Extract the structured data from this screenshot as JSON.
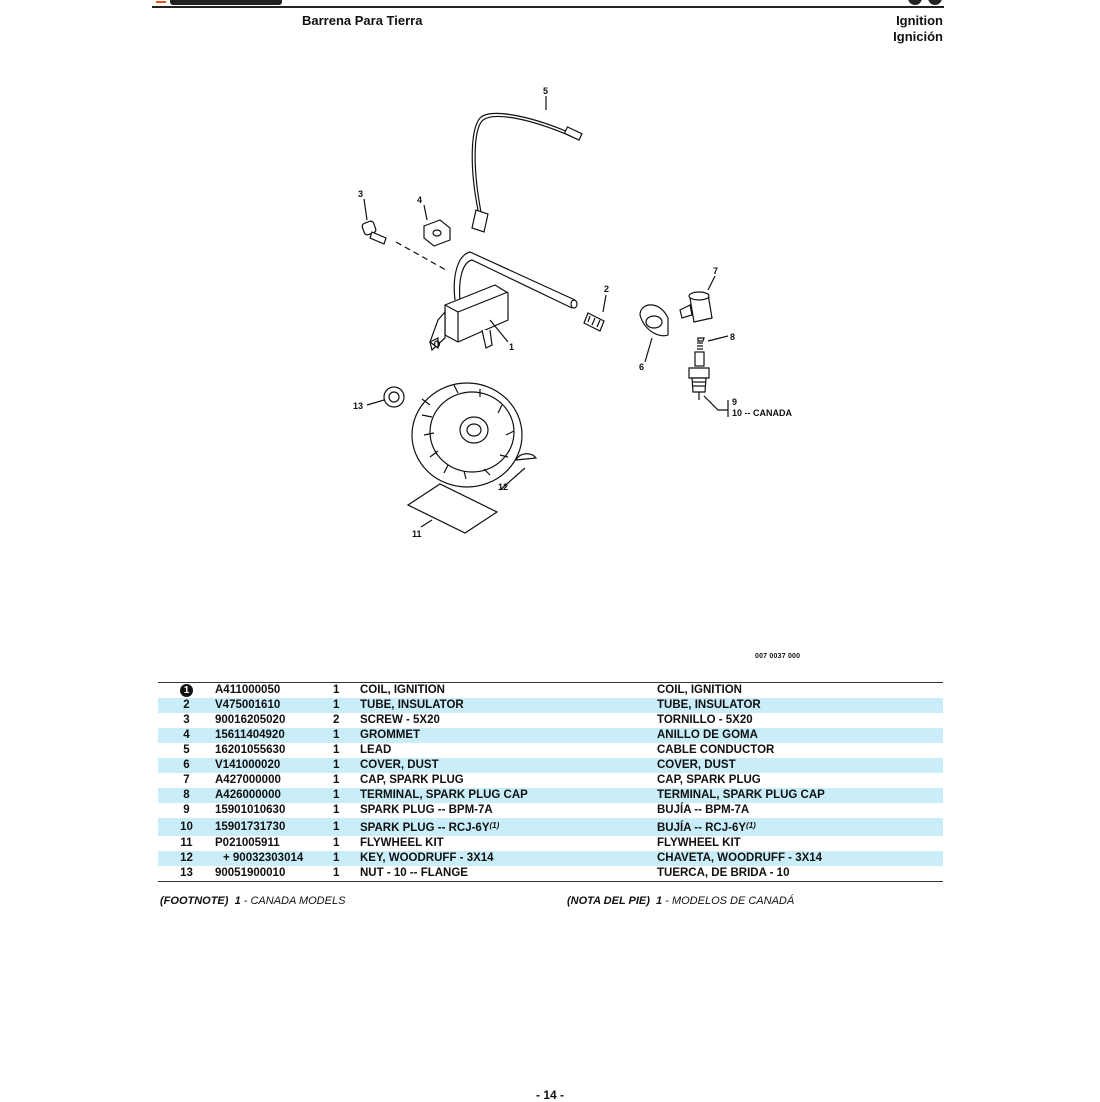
{
  "header": {
    "title": "Barrena Para Tierra",
    "section_en": "Ignition",
    "section_es": "Ignición"
  },
  "diagram": {
    "callouts": {
      "c1": "1",
      "c2": "2",
      "c3": "3",
      "c4": "4",
      "c5": "5",
      "c6": "6",
      "c7": "7",
      "c8": "8",
      "c9": "9",
      "c10": "10 -- CANADA",
      "c11": "11",
      "c12": "12",
      "c13": "13"
    },
    "figure_code": "007 0037 000"
  },
  "parts": [
    {
      "ref": "1",
      "ref_style": "filled-circle",
      "part": "A411000050",
      "qty": "1",
      "en": "COIL, IGNITION",
      "es": "COIL, IGNITION"
    },
    {
      "ref": "2",
      "part": "V475001610",
      "qty": "1",
      "en": "TUBE, INSULATOR",
      "es": "TUBE, INSULATOR"
    },
    {
      "ref": "3",
      "part": "90016205020",
      "qty": "2",
      "en": "SCREW - 5X20",
      "es": "TORNILLO - 5X20"
    },
    {
      "ref": "4",
      "part": "15611404920",
      "qty": "1",
      "en": "GROMMET",
      "es": "ANILLO DE GOMA"
    },
    {
      "ref": "5",
      "part": "16201055630",
      "qty": "1",
      "en": "LEAD",
      "es": "CABLE CONDUCTOR"
    },
    {
      "ref": "6",
      "part": "V141000020",
      "qty": "1",
      "en": "COVER, DUST",
      "es": "COVER, DUST"
    },
    {
      "ref": "7",
      "part": "A427000000",
      "qty": "1",
      "en": "CAP, SPARK PLUG",
      "es": "CAP, SPARK PLUG"
    },
    {
      "ref": "8",
      "part": "A426000000",
      "qty": "1",
      "en": "TERMINAL, SPARK PLUG CAP",
      "es": "TERMINAL, SPARK PLUG CAP"
    },
    {
      "ref": "9",
      "part": "15901010630",
      "qty": "1",
      "en": "SPARK PLUG -- BPM-7A",
      "es": "BUJÍA -- BPM-7A"
    },
    {
      "ref": "10",
      "part": "15901731730",
      "qty": "1",
      "en": "SPARK PLUG -- RCJ-6Y",
      "en_note": "(1)",
      "es": "BUJÍA -- RCJ-6Y",
      "es_note": "(1)"
    },
    {
      "ref": "11",
      "part": "P021005911",
      "qty": "1",
      "en": "FLYWHEEL KIT",
      "es": "FLYWHEEL KIT"
    },
    {
      "ref": "12",
      "part": "+ 90032303014",
      "qty": "1",
      "en": "KEY, WOODRUFF - 3X14",
      "es": "CHAVETA, WOODRUFF - 3X14"
    },
    {
      "ref": "13",
      "part": "90051900010",
      "qty": "1",
      "en": "NUT - 10 -- FLANGE",
      "es": "TUERCA, DE BRIDA - 10"
    }
  ],
  "footnotes": {
    "en_label": "(FOOTNOTE)",
    "en_num": "1",
    "en_text": "- CANADA MODELS",
    "es_label": "(NOTA DEL PIE)",
    "es_num": "1",
    "es_text": "- MODELOS DE CANADÁ"
  },
  "page_number": "- 14 -",
  "colors": {
    "row_highlight": "#c9eef9",
    "brand_accent": "#e8521e"
  }
}
